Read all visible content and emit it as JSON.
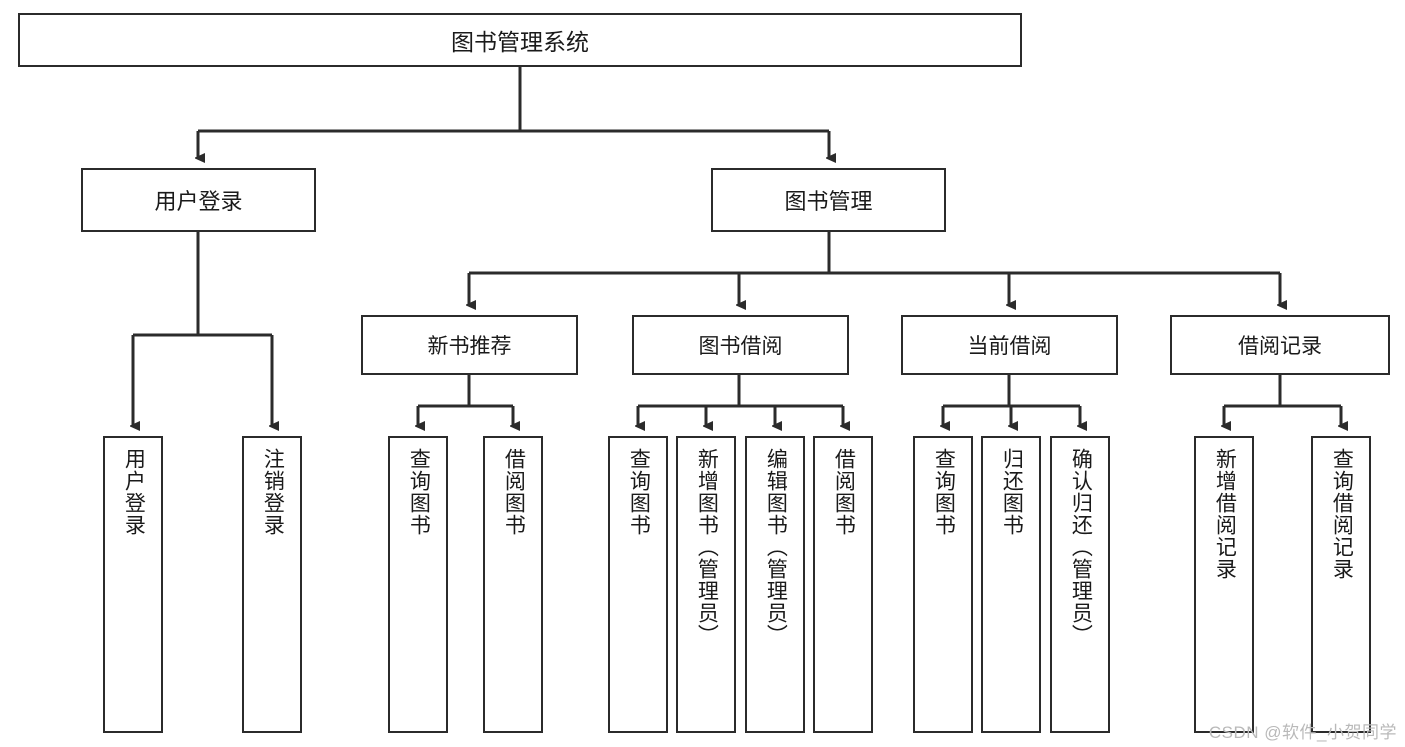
{
  "diagram": {
    "title": "图书管理系统",
    "watermark": "CSDN @软件_小贺同学",
    "root": {
      "label": "图书管理系统"
    },
    "level2": [
      {
        "label": "用户登录"
      },
      {
        "label": "图书管理"
      }
    ],
    "level3": [
      {
        "label": "新书推荐"
      },
      {
        "label": "图书借阅"
      },
      {
        "label": "当前借阅"
      },
      {
        "label": "借阅记录"
      }
    ],
    "leaves": {
      "user_login": [
        {
          "label": "用户登录"
        },
        {
          "label": "注销登录"
        }
      ],
      "new_book": [
        {
          "label": "查询图书"
        },
        {
          "label": "借阅图书"
        }
      ],
      "book_borrow": [
        {
          "label": "查询图书"
        },
        {
          "label": "新增图书（管理员）"
        },
        {
          "label": "编辑图书（管理员）"
        },
        {
          "label": "借阅图书"
        }
      ],
      "current_borrow": [
        {
          "label": "查询图书"
        },
        {
          "label": "归还图书"
        },
        {
          "label": "确认归还（管理员）"
        }
      ],
      "borrow_record": [
        {
          "label": "新增借阅记录"
        },
        {
          "label": "查询借阅记录"
        }
      ]
    },
    "colors": {
      "stroke": "#2b2b2b",
      "fill": "#ffffff",
      "text": "#1a1a1a",
      "watermark": "#b9b9b9"
    }
  }
}
